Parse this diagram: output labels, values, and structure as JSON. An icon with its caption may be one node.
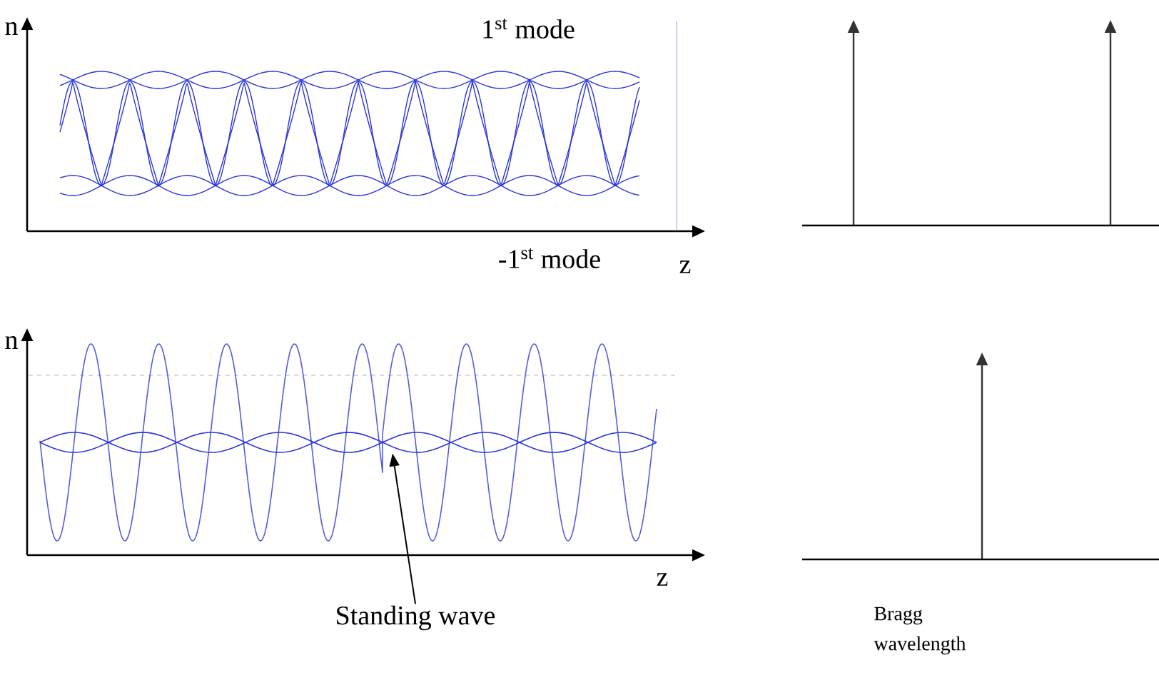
{
  "diagram": {
    "nodes": [
      {
        "text": [
          "Standing wave"
        ]
      },
      {
        "text": [],
        "shape": "wave"
      }
    ],
    "edges": [
      {
        "from": 0,
        "to": 1,
        "arrow": "to"
      }
    ],
    "labels": [
      "n",
      "1$^{st}$ mode",
      "-1$^{st}$ mode",
      "z",
      "n",
      "z",
      "Bragg wavelength"
    ]
  }
}
